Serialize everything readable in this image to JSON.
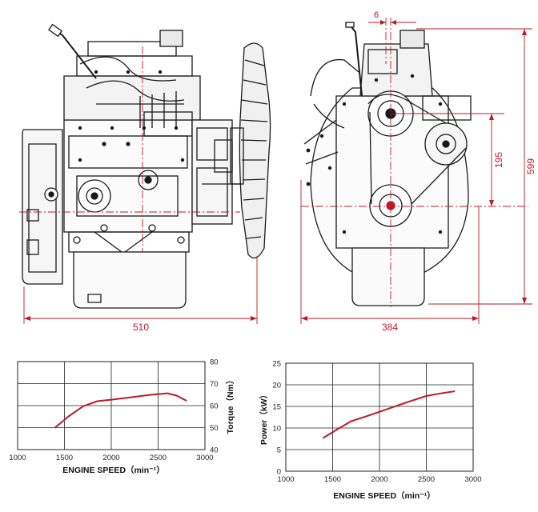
{
  "dimensions": {
    "left_width": "510",
    "right_width": "384",
    "height": "599",
    "shaft_offset": "195",
    "top_offset": "6"
  },
  "colors": {
    "dimension_line": "#c0182a",
    "curve": "#c0182a",
    "grid": "#222222",
    "drawing": "#1a1a1a"
  },
  "chart_data": [
    {
      "type": "line",
      "title": "",
      "xlabel": "ENGINE SPEED（min⁻¹）",
      "ylabel": "Torque（Nm）",
      "xlim": [
        1000,
        3000
      ],
      "ylim": [
        40,
        80
      ],
      "x_ticks": [
        "1000",
        "1500",
        "2000",
        "2500",
        "3000"
      ],
      "y_ticks": [
        "40",
        "50",
        "60",
        "70",
        "80"
      ],
      "y_axis_side": "right",
      "grid": true,
      "series": [
        {
          "x": [
            1400,
            1550,
            1700,
            1850,
            2000,
            2200,
            2400,
            2600,
            2700,
            2800
          ],
          "y": [
            50,
            55.3,
            59.7,
            62.0,
            62.7,
            63.7,
            64.8,
            65.6,
            64.5,
            62.3
          ]
        }
      ]
    },
    {
      "type": "line",
      "title": "",
      "xlabel": "ENGINE SPEED（min⁻¹）",
      "ylabel": "Power（kW）",
      "xlim": [
        1000,
        3000
      ],
      "ylim": [
        0,
        25
      ],
      "x_ticks": [
        "1000",
        "1500",
        "2000",
        "2500",
        "3000"
      ],
      "y_ticks": [
        "0",
        "5",
        "10",
        "15",
        "20",
        "25"
      ],
      "y_axis_side": "left",
      "grid": true,
      "series": [
        {
          "x": [
            1400,
            1550,
            1700,
            1900,
            2100,
            2300,
            2500,
            2650,
            2800
          ],
          "y": [
            7.7,
            9.7,
            11.6,
            13.0,
            14.5,
            16.0,
            17.4,
            18.0,
            18.5
          ]
        }
      ]
    }
  ]
}
